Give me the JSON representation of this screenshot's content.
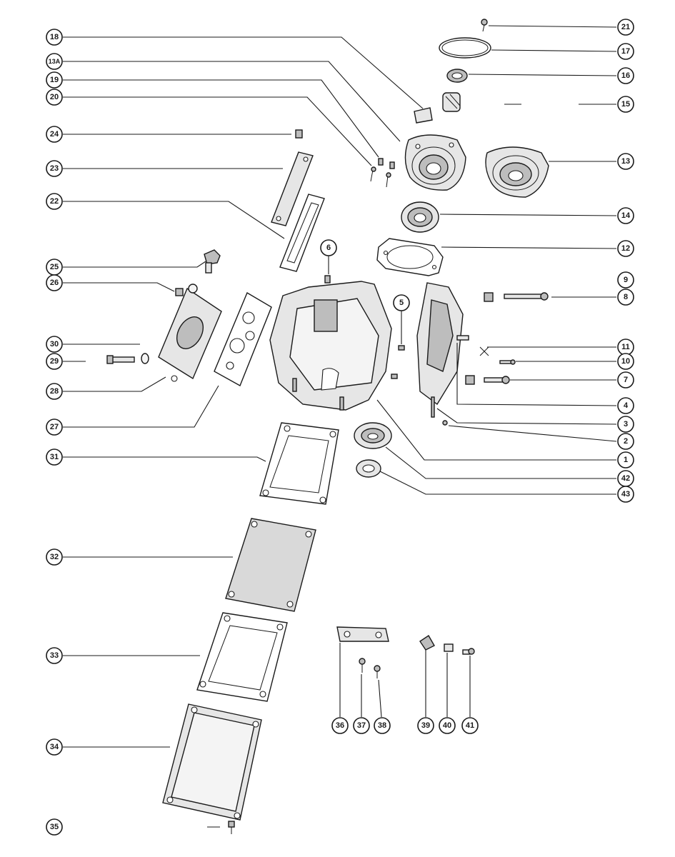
{
  "callouts": {
    "c21": "21",
    "c17": "17",
    "c16": "16",
    "c15": "15",
    "c13": "13",
    "c14": "14",
    "c12": "12",
    "c9": "9",
    "c8": "8",
    "c11": "11",
    "c10": "10",
    "c7": "7",
    "c4": "4",
    "c3": "3",
    "c2": "2",
    "c1": "1",
    "c42": "42",
    "c43": "43",
    "c18": "18",
    "c13a": "13A",
    "c19": "19",
    "c20": "20",
    "c24": "24",
    "c23": "23",
    "c22": "22",
    "c25": "25",
    "c26": "26",
    "c30": "30",
    "c29": "29",
    "c28": "28",
    "c27": "27",
    "c31": "31",
    "c32": "32",
    "c33": "33",
    "c34": "34",
    "c35": "35",
    "c6": "6",
    "c5": "5",
    "c36": "36",
    "c37": "37",
    "c38": "38",
    "c39": "39",
    "c40": "40",
    "c41": "41"
  }
}
